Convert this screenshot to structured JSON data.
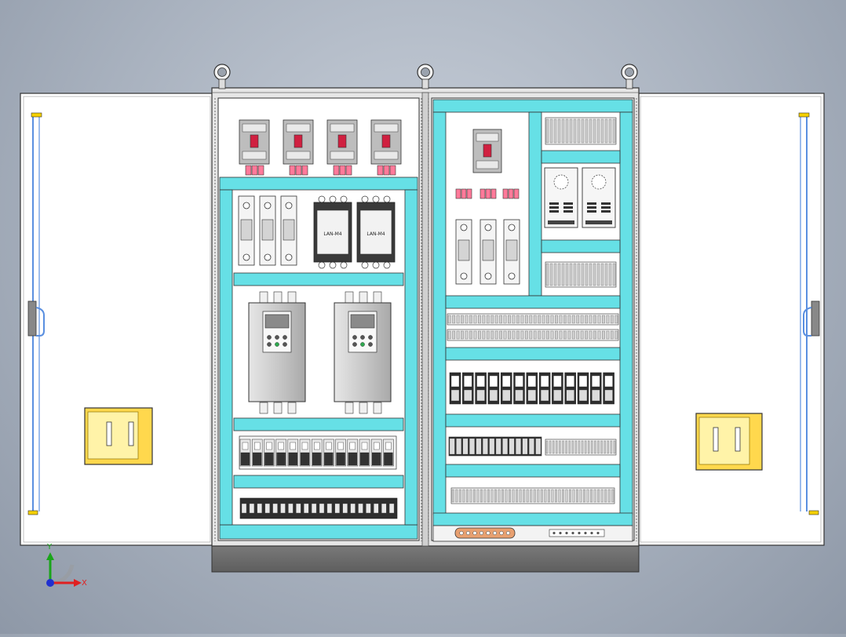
{
  "colors": {
    "cyan": "#66e0e6",
    "panel_white": "#ffffff",
    "frame": "#d8d8d8",
    "plinth": "#6f6f6f",
    "handle_yellow": "#ffd84d",
    "hinge_blue": "#5a8fe0",
    "component_gray": "#cfcfcf",
    "breaker_red": "#ff7a9a"
  },
  "contactor_labels": [
    "LAN-M4",
    "LAN-M4"
  ],
  "triad": {
    "x_label": "X",
    "y_label": "Y"
  }
}
